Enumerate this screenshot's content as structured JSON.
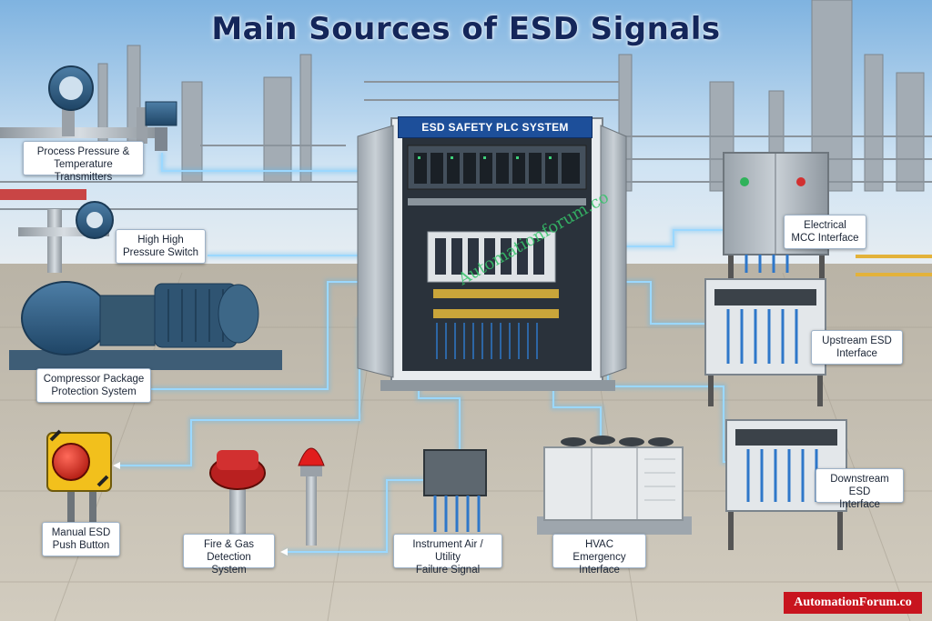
{
  "title": "Main Sources of ESD Signals",
  "plc_banner": "ESD SAFETY PLC SYSTEM",
  "watermark": "Automationforum.co",
  "brand": "AutomationForum.co",
  "colors": {
    "title": "#14265a",
    "banner": "#1d4f9a",
    "connector": "#58b8f0",
    "brand_red": "#c8141e",
    "watermark_green": "#35c46a"
  },
  "sources": {
    "transmitters": {
      "line1": "Process Pressure &",
      "line2": "Temperature Transmitters"
    },
    "pressure_switch": {
      "line1": "High High",
      "line2": "Pressure Switch"
    },
    "compressor": {
      "line1": "Compressor Package",
      "line2": "Protection System"
    },
    "push_button": {
      "line1": "Manual ESD",
      "line2": "Push Button"
    },
    "fire_gas": {
      "line1": "Fire & Gas",
      "line2": "Detection System"
    },
    "instrument_air": {
      "line1": "Instrument Air / Utility",
      "line2": "Failure Signal"
    },
    "hvac": {
      "line1": "HVAC Emergency",
      "line2": "Interface"
    },
    "mcc": {
      "line1": "Electrical",
      "line2": "MCC Interface"
    },
    "upstream": {
      "line1": "Upstream ESD",
      "line2": "Interface"
    },
    "downstream": {
      "line1": "Downstream ESD",
      "line2": "Interface"
    }
  }
}
